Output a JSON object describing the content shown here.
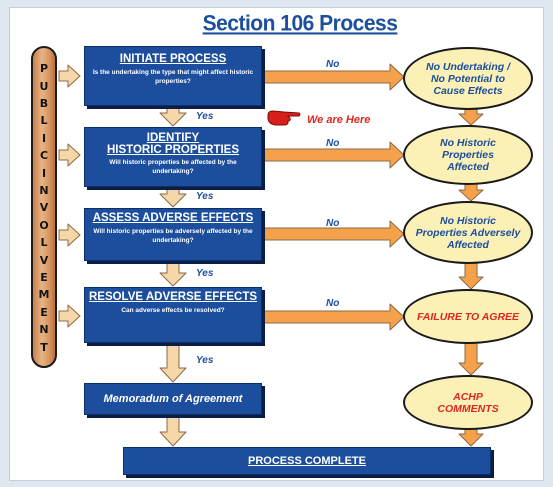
{
  "title": "Section 106 Process",
  "public_involvement": [
    "P",
    "U",
    "B",
    "L",
    "I",
    "C",
    "I",
    "N",
    "V",
    "O",
    "L",
    "V",
    "E",
    "M",
    "E",
    "N",
    "T"
  ],
  "steps": [
    {
      "head": "INITIATE PROCESS",
      "question": "Is the undertaking the type that might affect historic properties?"
    },
    {
      "head_line1": "IDENTIFY",
      "head_line2": "HISTORIC PROPERTIES",
      "question": "Will historic properties be affected by the undertaking?"
    },
    {
      "head": "ASSESS ADVERSE EFFECTS",
      "question": "Will historic properties be adversely affected by the undertaking?"
    },
    {
      "head": "RESOLVE ADVERSE EFFECTS",
      "question": "Can adverse effects be resolved?"
    }
  ],
  "agreement": "Memoradum of Agreement",
  "complete": "PROCESS COMPLETE",
  "outcomes": [
    {
      "line1": "No Undertaking /",
      "line2": "No Potential to",
      "line3": "Cause Effects"
    },
    {
      "line1": "No Historic",
      "line2": "Properties",
      "line3": "Affected"
    },
    {
      "line1": "No Historic",
      "line2": "Properties Adversely",
      "line3": "Affected"
    },
    {
      "line1": "FAILURE TO AGREE"
    },
    {
      "line1": "ACHP",
      "line2": "COMMENTS"
    }
  ],
  "no_label": "No",
  "yes_label": "Yes",
  "here_label": "We are Here",
  "colors": {
    "box_blue": "#1d4e9d",
    "arrow_orange": "#f5a14b",
    "arrow_tan": "#f6d7a9",
    "oval_fill": "#fbf1b6",
    "red": "#e0261e"
  },
  "icons": {
    "pointer": "pointing-hand-icon"
  }
}
